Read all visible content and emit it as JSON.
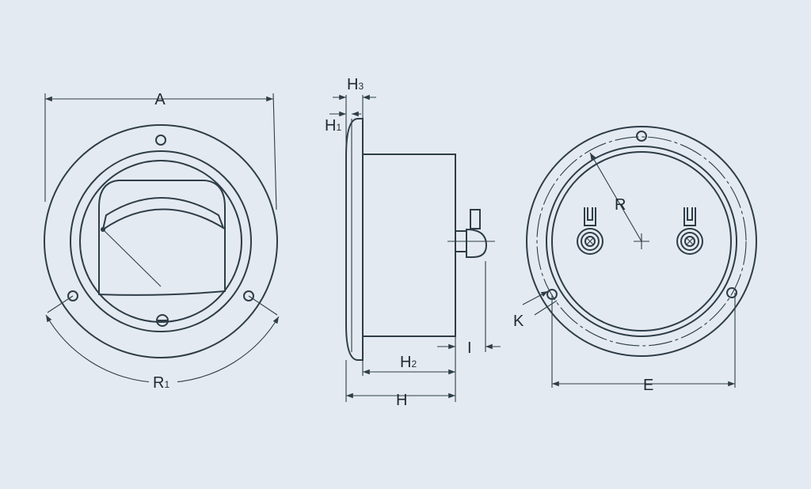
{
  "title": "Panel meter dimension drawing",
  "views": {
    "front": {
      "labels": {
        "width": "A",
        "arc": "R",
        "arc_sub": "1"
      }
    },
    "side": {
      "labels": {
        "h3": "H",
        "h3_sub": "3",
        "h1": "H",
        "h1_sub": "1",
        "h2": "H",
        "h2_sub": "2",
        "h": "H",
        "i": "I"
      }
    },
    "rear": {
      "labels": {
        "radius": "R",
        "hole": "K",
        "spacing": "E"
      }
    }
  },
  "colors": {
    "background": "#e4eaf1",
    "line": "#2e3d48"
  }
}
